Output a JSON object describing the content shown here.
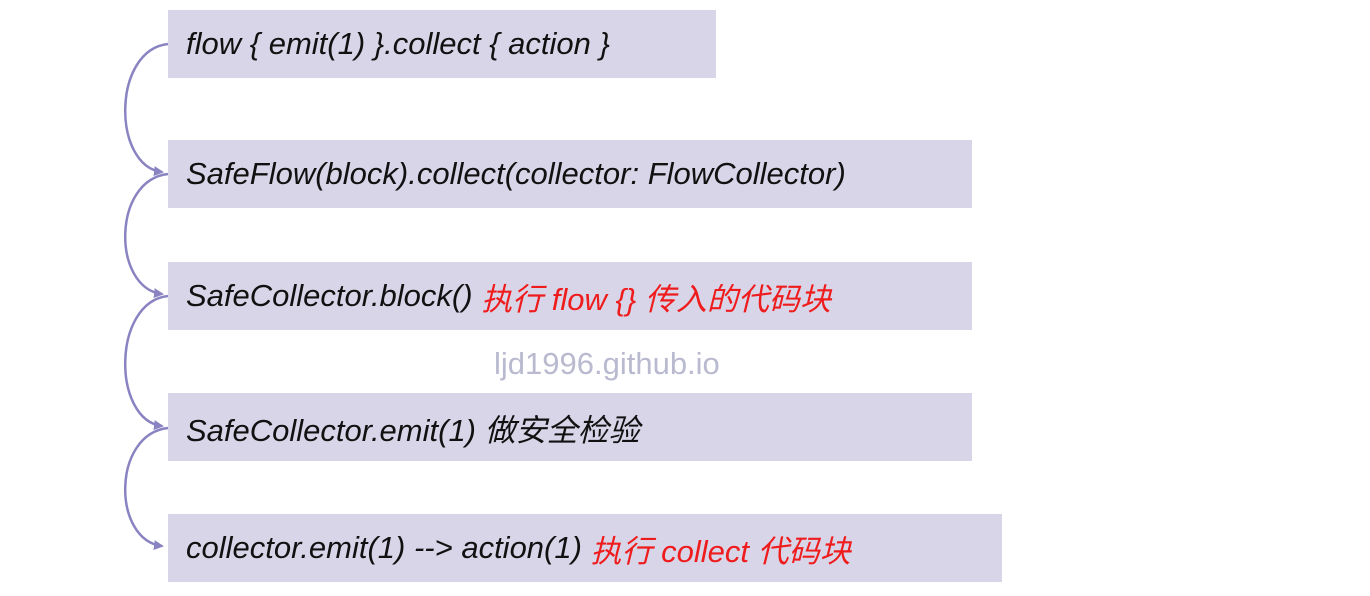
{
  "steps": [
    {
      "code": "flow { emit(1) }.collect { action }",
      "note": ""
    },
    {
      "code": "SafeFlow(block).collect(collector: FlowCollector)",
      "note": ""
    },
    {
      "code": "SafeCollector.block() ",
      "note": "执行 flow {} 传入的代码块"
    },
    {
      "code": "SafeCollector.emit(1) 做安全检验",
      "note": ""
    },
    {
      "code": "collector.emit(1) --> action(1) ",
      "note": "执行 collect 代码块"
    }
  ],
  "watermark": "ljd1996.github.io",
  "colors": {
    "box_fill": "#d9d5e8",
    "arrow": "#8a83c2",
    "note": "#ee1c1c",
    "watermark": "#b9b9d0"
  }
}
